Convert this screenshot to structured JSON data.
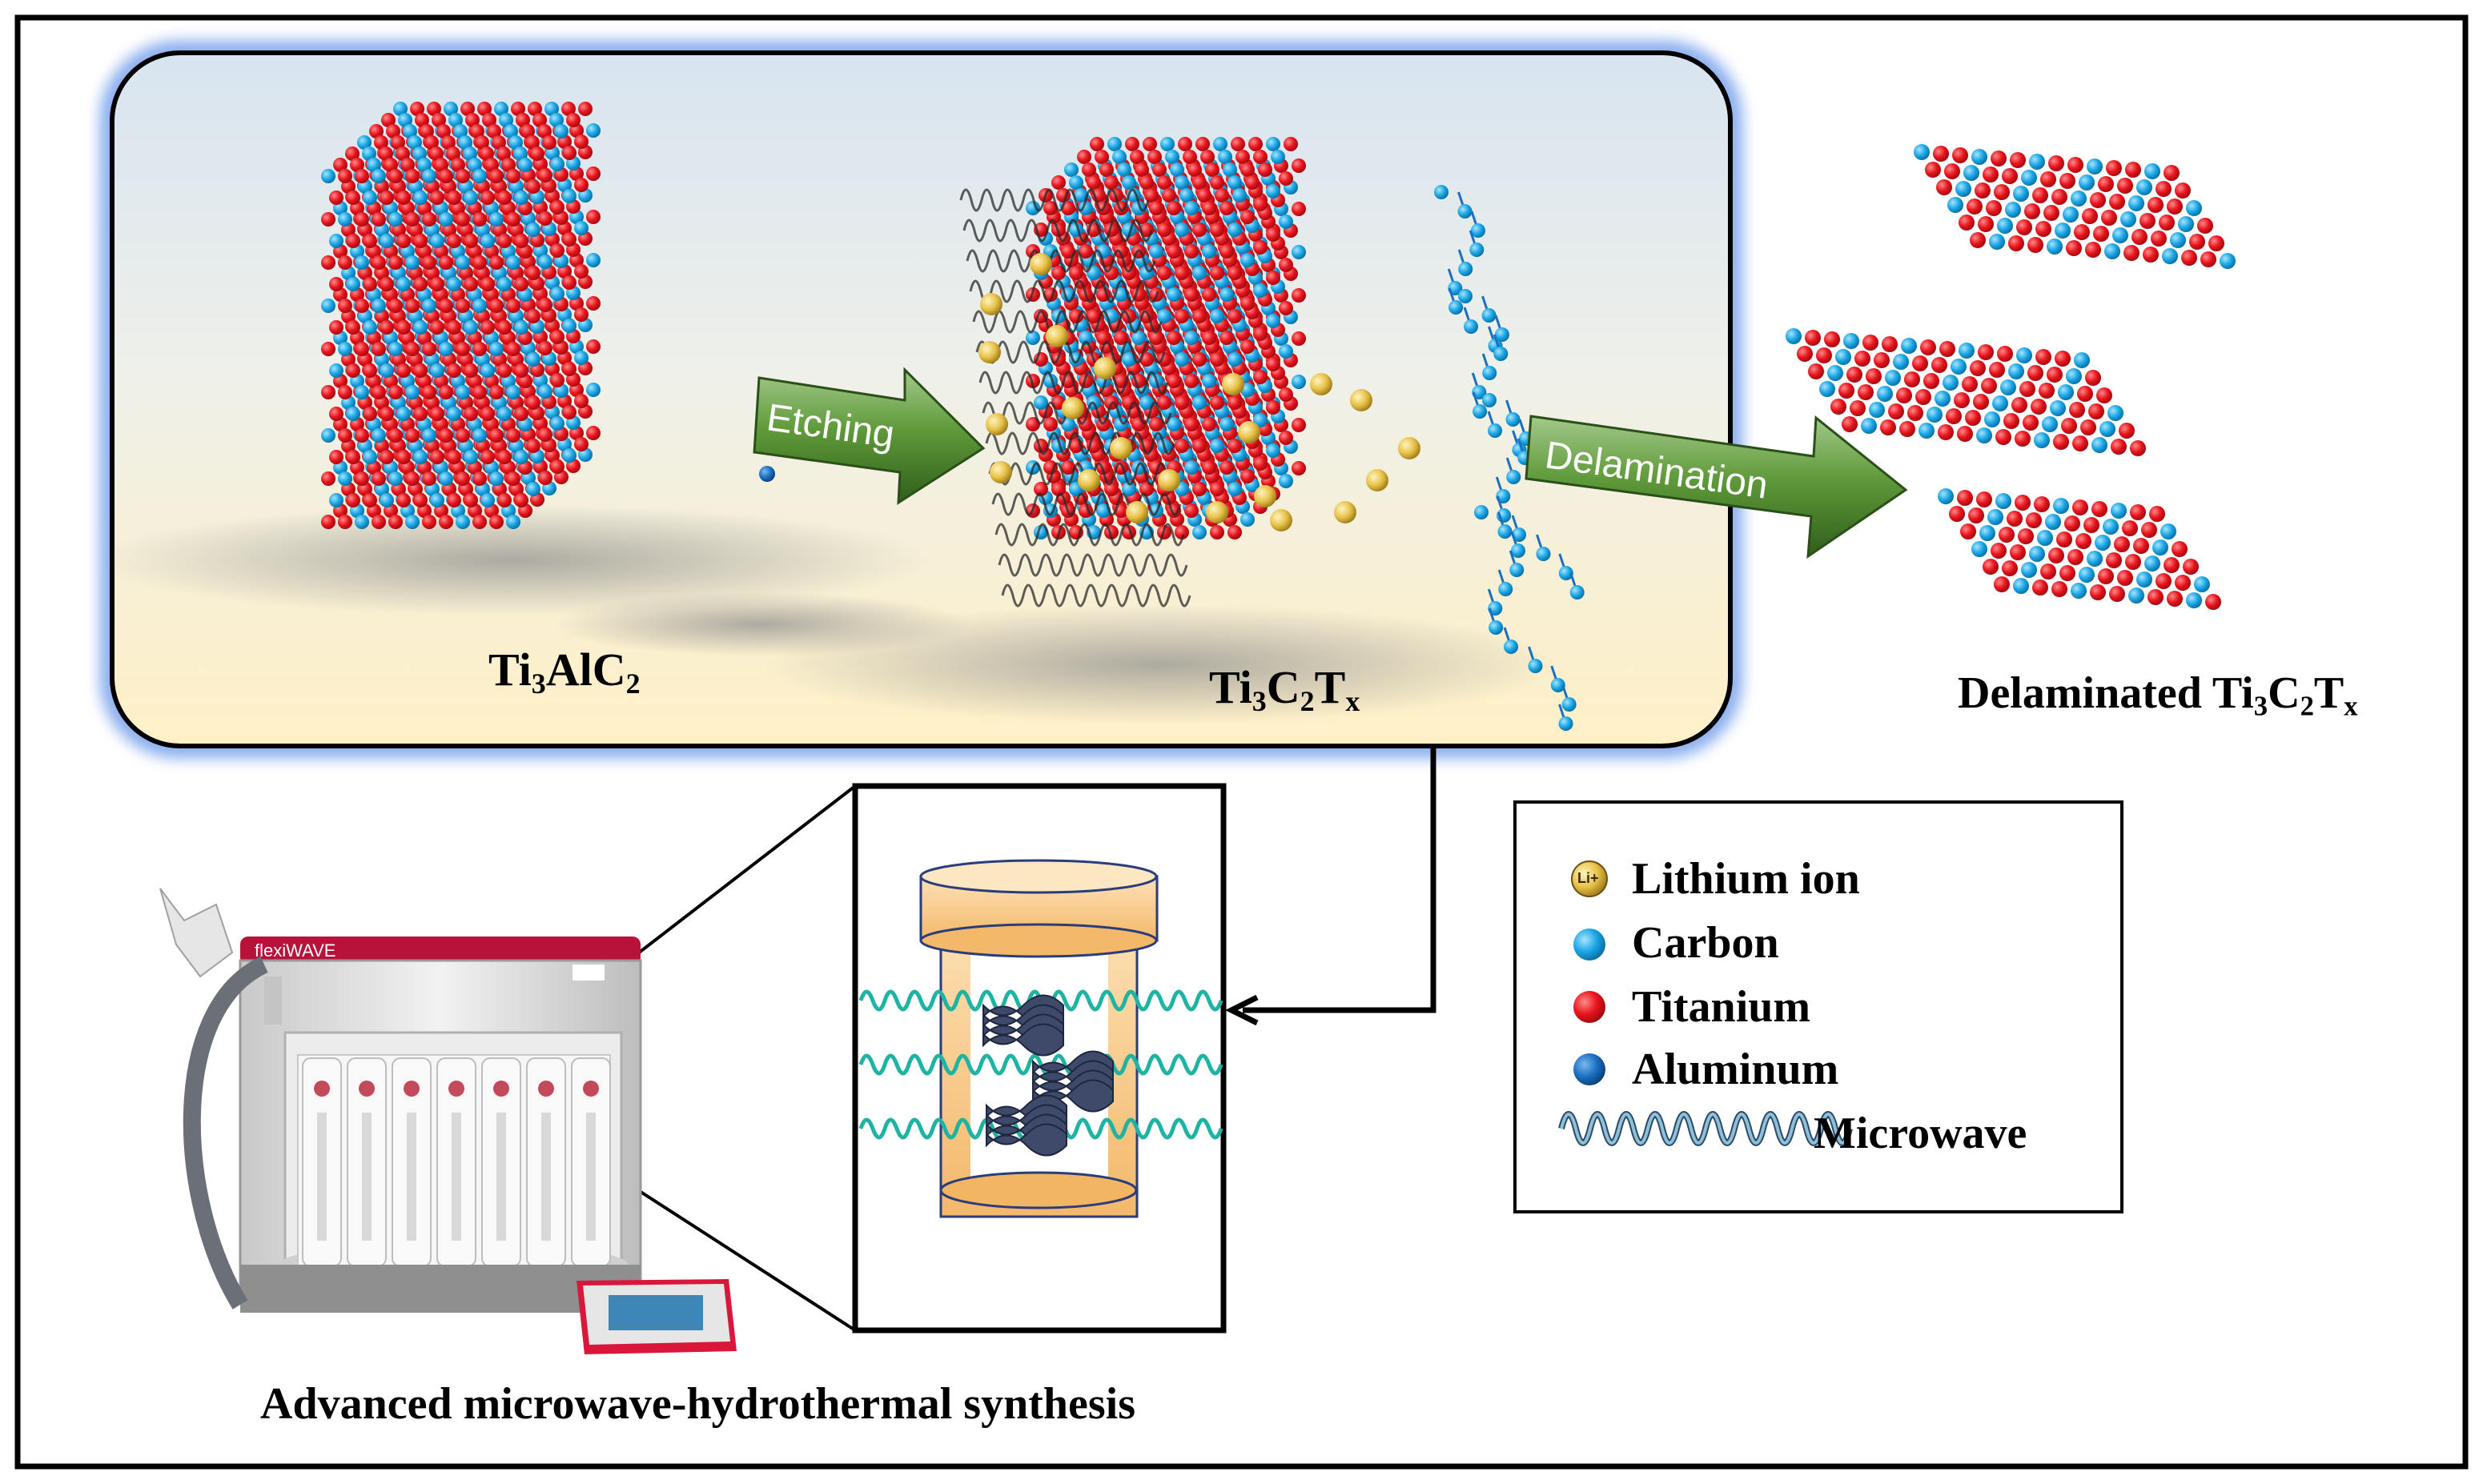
{
  "labels": {
    "ti3alc2": {
      "a": "Ti",
      "b": "3",
      "c": "AlC",
      "d": "2"
    },
    "ti3c2tx": {
      "a": "Ti",
      "b": "3",
      "c": "C",
      "d": "2",
      "e": "T",
      "f": "x"
    },
    "delaminated": {
      "a": "Delaminated Ti",
      "b": "3",
      "c": "C",
      "d": "2",
      "e": "T",
      "f": "x"
    },
    "synthesis": "Advanced microwave-hydrothermal synthesis"
  },
  "arrows": {
    "etching": "Etching",
    "delamination": "Delamination"
  },
  "ion_badge": "Li+",
  "device_brand": {
    "prefix": "flexi",
    "suffix": "WAVE"
  },
  "legend": {
    "items": [
      {
        "icon": "lithium-ion-icon",
        "label": "Lithium ion"
      },
      {
        "icon": "carbon-atom-icon",
        "label": "Carbon"
      },
      {
        "icon": "titanium-atom-icon",
        "label": "Titanium"
      },
      {
        "icon": "aluminum-atom-icon",
        "label": "Aluminum"
      },
      {
        "icon": "microwave-wave-icon",
        "label": "Microwave"
      }
    ]
  },
  "colors": {
    "titanium": "#e8141c",
    "carbon": "#1aa6e6",
    "aluminum": "#1b6fc0",
    "lithium": "#e8c24a",
    "arrow": "#4d8a2c",
    "wave": "#1fb3a3",
    "vial_cap": "#f7c98b"
  }
}
